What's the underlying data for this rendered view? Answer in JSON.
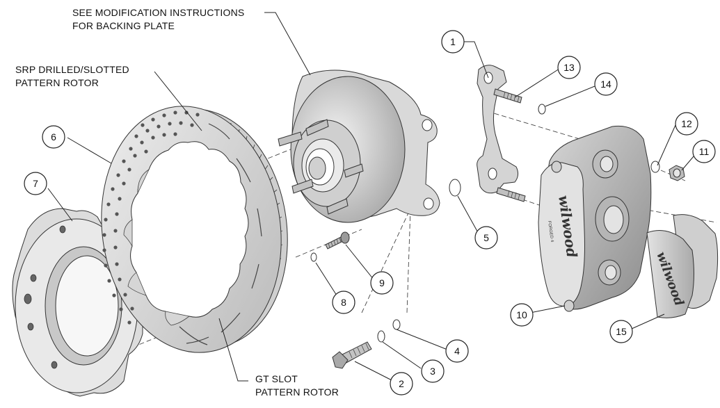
{
  "annotations": {
    "backing_plate_line1": "SEE MODIFICATION INSTRUCTIONS",
    "backing_plate_line2": "FOR BACKING PLATE",
    "srp_rotor_line1": "SRP DRILLED/SLOTTED",
    "srp_rotor_line2": "PATTERN ROTOR",
    "gt_rotor_line1": "GT SLOT",
    "gt_rotor_line2": "PATTERN ROTOR"
  },
  "callouts": [
    "1",
    "2",
    "3",
    "4",
    "5",
    "6",
    "7",
    "8",
    "9",
    "10",
    "11",
    "12",
    "13",
    "14",
    "15"
  ],
  "brand": {
    "logo_text": "wilwood",
    "caliper_small_text": "FORGED 4"
  }
}
